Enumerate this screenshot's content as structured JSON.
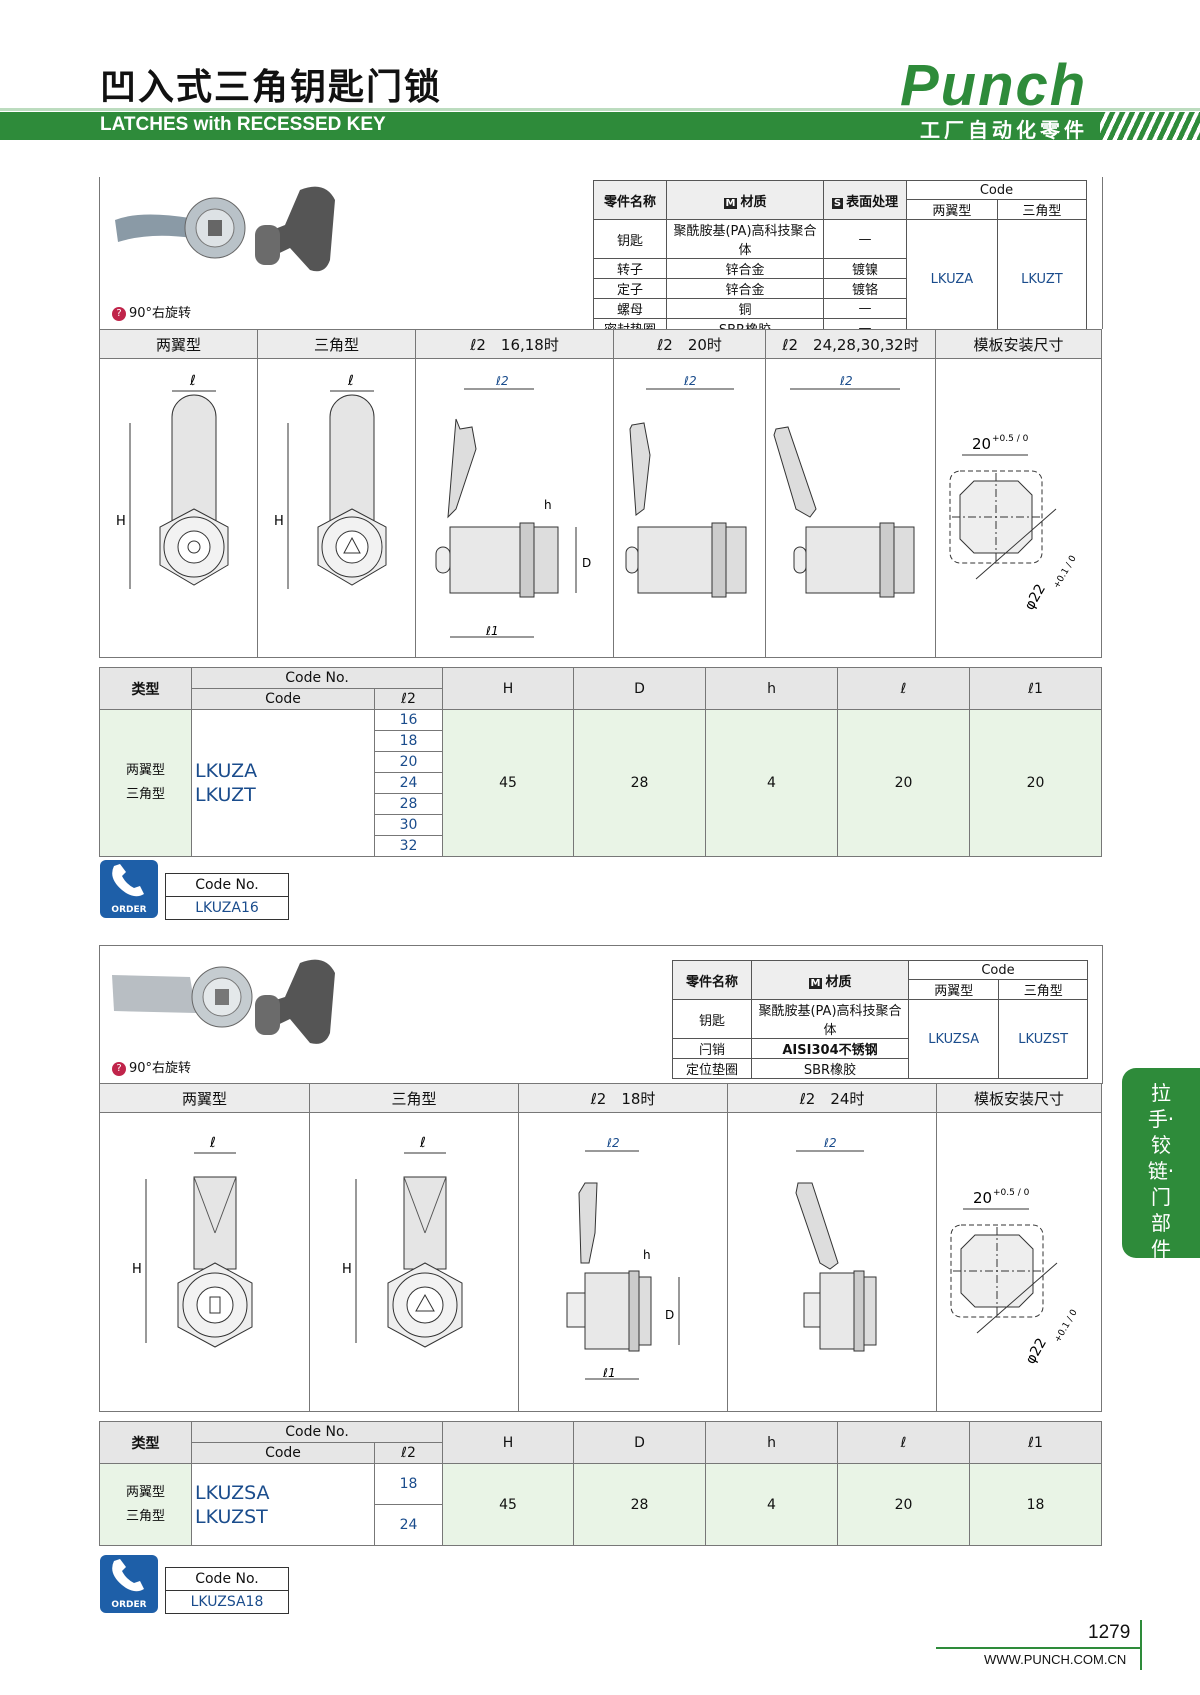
{
  "header": {
    "title_cn": "凹入式三角钥匙门锁",
    "title_en": "LATCHES with RECESSED KEY",
    "brand": "Punch",
    "brand_sub": "工厂自动化零件"
  },
  "side_tab": [
    "拉",
    "手·",
    "铰",
    "链·",
    "门",
    "部",
    "件"
  ],
  "section1": {
    "note": "90°右旋转",
    "materials": {
      "col_part": "零件名称",
      "col_material": "材质",
      "col_surface": "表面处理",
      "code_header": "Code",
      "code_type_a": "两翼型",
      "code_type_b": "三角型",
      "code_a": "LKUZA",
      "code_b": "LKUZT",
      "rows": [
        {
          "part": "钥匙",
          "material": "聚酰胺基(PA)高科技聚合体",
          "surface": "—"
        },
        {
          "part": "转子",
          "material": "锌合金",
          "surface": "镀镍"
        },
        {
          "part": "定子",
          "material": "锌合金",
          "surface": "镀铬"
        },
        {
          "part": "螺母",
          "material": "铜",
          "surface": "—"
        },
        {
          "part": "密封垫圈",
          "material": "SBR橡胶",
          "surface": "—"
        }
      ]
    },
    "drawing_headers": [
      "两翼型",
      "三角型",
      "ℓ2　16,18时",
      "ℓ2　20时",
      "ℓ2　24,28,30,32时",
      "模板安装尺寸"
    ],
    "dim_labels": {
      "l": "ℓ",
      "H": "H",
      "l2": "ℓ2",
      "h": "h",
      "D": "D",
      "l1": "ℓ1",
      "tmpl_w": "20",
      "tmpl_tol": "+0.5 / 0",
      "tmpl_d": "φ22",
      "tmpl_dtol": "+0.1 / 0"
    },
    "spec": {
      "col_type": "类型",
      "col_codeno": "Code No.",
      "col_code": "Code",
      "col_l2": "ℓ2",
      "cols": [
        "H",
        "D",
        "h",
        "ℓ",
        "ℓ1"
      ],
      "types": [
        "两翼型",
        "三角型"
      ],
      "codes": [
        "LKUZA",
        "LKUZT"
      ],
      "l2_values": [
        "16",
        "18",
        "20",
        "24",
        "28",
        "30",
        "32"
      ],
      "values": [
        "45",
        "28",
        "4",
        "20",
        "20"
      ]
    },
    "order": {
      "label": "ORDER",
      "head": "Code No.",
      "value": "LKUZA16"
    }
  },
  "section2": {
    "note": "90°右旋转",
    "materials": {
      "col_part": "零件名称",
      "col_material": "材质",
      "code_header": "Code",
      "code_type_a": "两翼型",
      "code_type_b": "三角型",
      "code_a": "LKUZSA",
      "code_b": "LKUZST",
      "rows": [
        {
          "part": "钥匙",
          "material": "聚酰胺基(PA)高科技聚合体"
        },
        {
          "part": "闩销",
          "material": "AISI304不锈钢"
        },
        {
          "part": "定位垫圈",
          "material": "SBR橡胶"
        }
      ]
    },
    "drawing_headers": [
      "两翼型",
      "三角型",
      "ℓ2　18时",
      "ℓ2　24时",
      "模板安装尺寸"
    ],
    "spec": {
      "col_type": "类型",
      "col_codeno": "Code No.",
      "col_code": "Code",
      "col_l2": "ℓ2",
      "cols": [
        "H",
        "D",
        "h",
        "ℓ",
        "ℓ1"
      ],
      "types": [
        "两翼型",
        "三角型"
      ],
      "codes": [
        "LKUZSA",
        "LKUZST"
      ],
      "l2_values": [
        "18",
        "24"
      ],
      "values": [
        "45",
        "28",
        "4",
        "20",
        "18"
      ]
    },
    "order": {
      "label": "ORDER",
      "head": "Code No.",
      "value": "LKUZSA18"
    }
  },
  "footer": {
    "page": "1279",
    "url": "WWW.PUNCH.COM.CN"
  }
}
